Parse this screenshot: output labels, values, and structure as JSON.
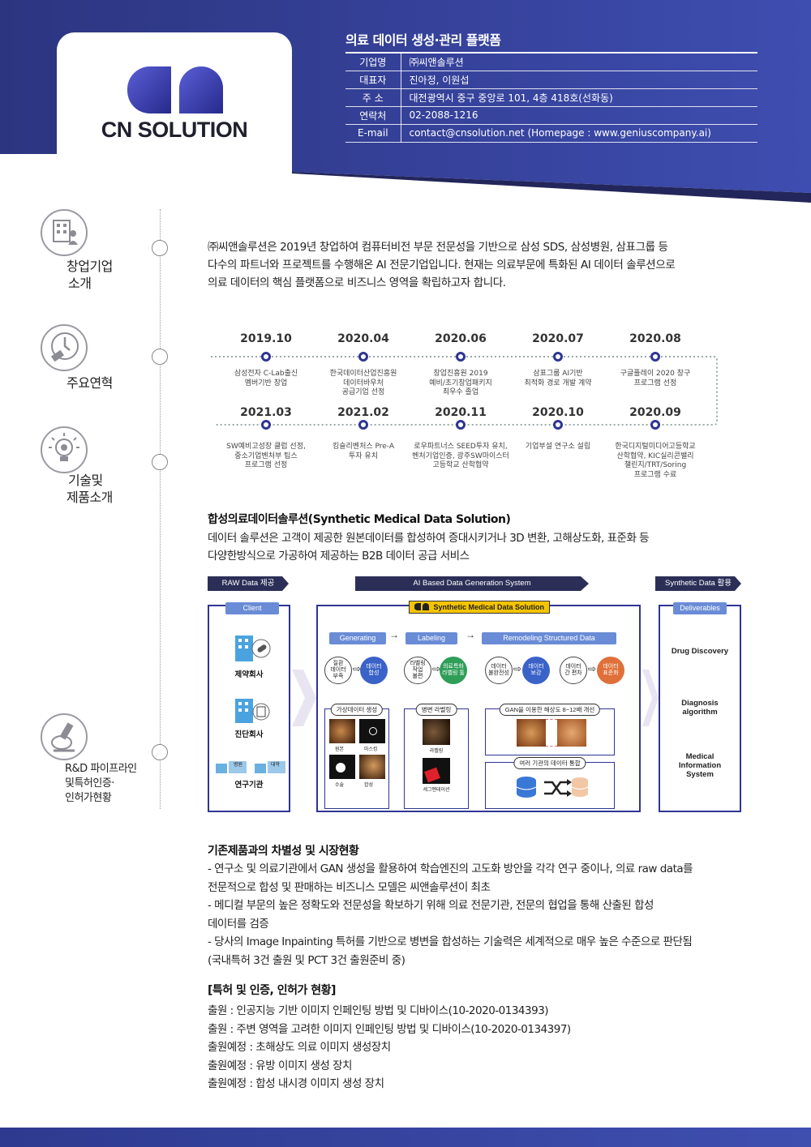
{
  "header": {
    "title": "의료 데이터 생성·관리 플랫폼",
    "logo_text": "CN SOLUTION",
    "info_rows": [
      {
        "label": "기업명",
        "value": "㈜씨앤솔루션"
      },
      {
        "label": "대표자",
        "value": "진아정, 이원섭"
      },
      {
        "label": "주  소",
        "value": "대전광역시 중구 중앙로 101, 4층 418호(선화동)"
      },
      {
        "label": "연락처",
        "value": "02-2088-1216"
      },
      {
        "label": "E-mail",
        "value": "contact@cnsolution.net (Homepage : www.geniuscompany.ai)"
      }
    ]
  },
  "sections": {
    "intro_label_1": "창업기업",
    "intro_label_2": "소개",
    "history_label": "주요연혁",
    "tech_label_1": "기술및",
    "tech_label_2": "제품소개",
    "rnd_label_1": "R&D 파이프라인",
    "rnd_label_2": "및특허인증·",
    "rnd_label_3": "인허가현황"
  },
  "icons": [
    "building-person-icon",
    "clock-icon",
    "lightbulb-gear-icon",
    "microscope-icon"
  ],
  "intro": {
    "lines": [
      "㈜씨앤솔루션은 2019년 창업하여 컴퓨터비전 부문 전문성을 기반으로 삼성 SDS, 삼성병원, 삼표그룹 등",
      "다수의 파트너와 프로젝트를 수행해온 AI 전문기업입니다. 현재는 의료부문에 특화된 AI 데이터 솔루션으로",
      "의료 데이터의 핵심 플랫폼으로 비즈니스 영역을 확립하고자 합니다."
    ]
  },
  "timeline": {
    "row1": [
      {
        "date": "2019.10",
        "desc": "삼성전자 C-Lab출신\n멤버기반 창업"
      },
      {
        "date": "2020.04",
        "desc": "한국데이터산업진흥원\n데이터바우처\n공급기업 선정"
      },
      {
        "date": "2020.06",
        "desc": "창업진흥원 2019\n예비/초기창업패키지\n최우수 졸업"
      },
      {
        "date": "2020.07",
        "desc": "삼표그룹 AI기반\n최적화 경로 개발 계약"
      },
      {
        "date": "2020.08",
        "desc": "구글플레이 2020 창구\n프로그램 선정"
      }
    ],
    "row2": [
      {
        "date": "2021.03",
        "desc": "SW예비고성장 클럽 선정,\n중소기업벤처부 팁스\n프로그램 선정"
      },
      {
        "date": "2021.02",
        "desc": "킹슬리벤처스 Pre-A\n투자 유치"
      },
      {
        "date": "2020.11",
        "desc": "로우파트너스 SEED투자 유치,\n벤처기업인증, 광주SW마이스터\n고등학교 산학협약"
      },
      {
        "date": "2020.10",
        "desc": "기업부설 연구소 설립"
      },
      {
        "date": "2020.09",
        "desc": "한국디지털미디어고등학교\n산학협약, KIC실리콘밸리\n챌린지/TRT/Soring\n프로그램 수료"
      }
    ]
  },
  "product": {
    "title": "합성의료데이터솔루션(Synthetic Medical Data Solution)",
    "desc_1": "데이터 솔루션은 고객이 제공한 원본데이터를 합성하여 증대시키거나 3D 변환, 고해상도화, 표준화 등",
    "desc_2": "다양한방식으로 가공하여 제공하는 B2B 데이터 공급 서비스"
  },
  "diagram": {
    "bar_raw": "RAW Data 제공",
    "bar_ai": "AI Based Data Generation System",
    "bar_synth": "Synthetic Data 활용",
    "client_title": "Client",
    "clients": [
      "제약회사",
      "진단회사",
      "연구기관"
    ],
    "hospital_tags": [
      "병원",
      "대학"
    ],
    "center_title": "Synthetic Medical Data Solution",
    "center_logo": "CN SOLUTION",
    "steps": [
      "Generating",
      "Labeling",
      "Remodeling Structured Data"
    ],
    "circles": [
      {
        "text": "질환\n데이터\n부족",
        "kind": "outline"
      },
      {
        "text": "데이터\n합성",
        "kind": "blue"
      },
      {
        "text": "라벨링\n작업\n불편",
        "kind": "outline"
      },
      {
        "text": "의료특화\n라벨링 툴",
        "kind": "green"
      },
      {
        "text": "데이터\n불완전성",
        "kind": "outline"
      },
      {
        "text": "데이터\n보강",
        "kind": "blue"
      },
      {
        "text": "데이터\n간 편차",
        "kind": "outline"
      },
      {
        "text": "데이터\n표준화",
        "kind": "orange"
      }
    ],
    "sub_virtual": "가상데이터 생성",
    "virtual_caps": [
      "원본",
      "마스킹",
      "수술",
      "합성"
    ],
    "sub_label": "병변 라벨링",
    "label_caps": [
      "라벨링",
      "세그멘테이션"
    ],
    "sub_gan": "GAN을 이용한 해상도 8~12배 개선",
    "sub_integrate": "여러 기관의 데이터 통합",
    "deliverables_title": "Deliverables",
    "deliverables": [
      "Drug Discovery",
      "Diagnosis\nalgorithm",
      "Medical\nInformation\nSystem"
    ]
  },
  "differentiation": {
    "title": "기존제품과의 차별성 및 시장현황",
    "lines": [
      "- 연구소 및 의료기관에서 GAN 생성을 활용하여 학습엔진의 고도화 방안을 각각 연구 중이나, 의료 raw data를",
      "   전문적으로 합성 및 판매하는 비즈니스 모델은 씨앤솔루션이 최초",
      "- 메디컬 부문의 높은 정확도와 전문성을 확보하기 위해 의료 전문기관, 전문의 협업을 통해 산출된 합성",
      "   데이터를 검증",
      "- 당사의 Image Inpainting 특허를 기반으로 병변을 합성하는 기술력은 세계적으로 매우 높은 수준으로 판단됨",
      "   (국내특허 3건 출원 및 PCT 3건 출원준비 중)"
    ]
  },
  "patents": {
    "title": "[특허 및 인증, 인허가 현황]",
    "lines": [
      "출원 : 인공지능 기반 이미지 인페인팅 방법 및 디바이스(10-2020-0134393)",
      "출원 : 주변 영역을 고려한 이미지 인페인팅 방법 및 디바이스(10-2020-0134397)",
      "출원예정 : 초해상도 의료 이미지 생성장치",
      "출원예정 : 유방 이미지 생성 장치",
      "출원예정 : 합성 내시경 이미지 생성 장치"
    ]
  },
  "colors": {
    "navy": "#2b2f57",
    "accent_blue": "#2f3593",
    "header_blue": "#3a44a6"
  }
}
